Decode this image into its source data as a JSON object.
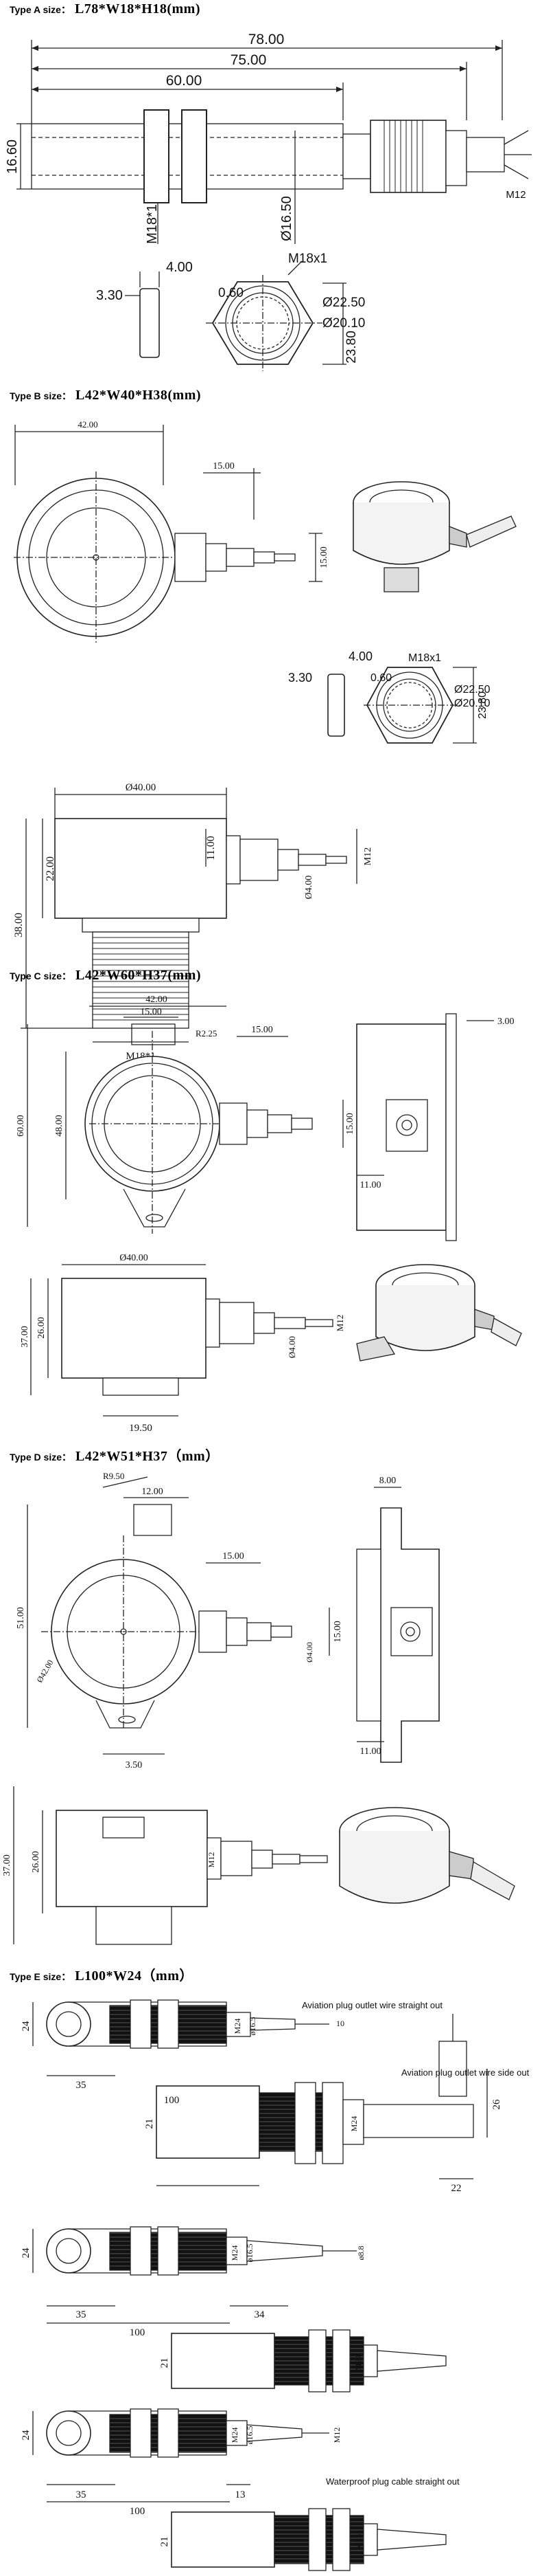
{
  "sections": {
    "a": {
      "label": "Type A size：",
      "dims": "L78*W18*H18(mm)"
    },
    "b": {
      "label": "Type B size：",
      "dims": "L42*W40*H38(mm)"
    },
    "c": {
      "label": "Type C size：",
      "dims": "L42*W60*H37(mm)"
    },
    "d": {
      "label": "Type D size：",
      "dims": "L42*W51*H37（mm）"
    },
    "e": {
      "label": "Type E size：",
      "dims": "L100*W24（mm）"
    }
  },
  "typeA": {
    "len78": "78.00",
    "len75": "75.00",
    "len60": "60.00",
    "h1660": "16.60",
    "m18": "M18*1",
    "d1650": "Ø16.50",
    "m12": "M12",
    "w400": "4.00",
    "w330": "3.30",
    "m18x1": "M18x1",
    "n060": "0.60",
    "d2250": "Ø22.50",
    "d2010": "Ø20.10",
    "h2380": "23.80"
  },
  "typeB": {
    "w4200": "42.00",
    "w1500": "15.00",
    "h1500": "15.00",
    "w400": "4.00",
    "w330": "3.30",
    "m18x1": "M18x1",
    "n060": "0.60",
    "d2250": "Ø22.50",
    "d2010": "Ø20.10",
    "h2380": "23.80",
    "d4000": "Ø40.00",
    "h1100": "11.00",
    "h2200": "22.00",
    "h3800": "38.00",
    "m12": "M12",
    "d400": "Ø4.00",
    "m18": "M18*1"
  },
  "typeC": {
    "w4200": "42.00",
    "w1500a": "15.00",
    "r225": "R2.25",
    "w1500b": "15.00",
    "h6000": "60.00",
    "h4800": "48.00",
    "h1500": "15.00",
    "w300": "3.00",
    "w1100": "11.00",
    "d4000": "Ø40.00",
    "h3700": "37.00",
    "h2600": "26.00",
    "m12": "M12",
    "d400": "Ø4.00",
    "w1950": "19.50"
  },
  "typeD": {
    "r950": "R9.50",
    "w1200": "12.00",
    "w1500": "15.00",
    "h1500": "15.00",
    "h5100": "51.00",
    "d4200": "Ø42.00",
    "d400": "Ø4.00",
    "w350": "3.50",
    "w800": "8.00",
    "w1100": "11.00",
    "h3700": "37.00",
    "h2600": "26.00",
    "m12": "M12"
  },
  "typeE": {
    "note1": "Aviation plug outlet wire straight out",
    "note2": "Aviation plug outlet wire side out",
    "note3": "Waterproof plug cable straight out",
    "h24": "24",
    "w35": "35",
    "w100": "100",
    "h21": "21",
    "m24": "M24",
    "d165": "ø16.5",
    "w10": "10",
    "h26": "26",
    "w22": "22",
    "w34": "34",
    "d88": "ø8.8",
    "w13": "13",
    "m12": "M12"
  }
}
